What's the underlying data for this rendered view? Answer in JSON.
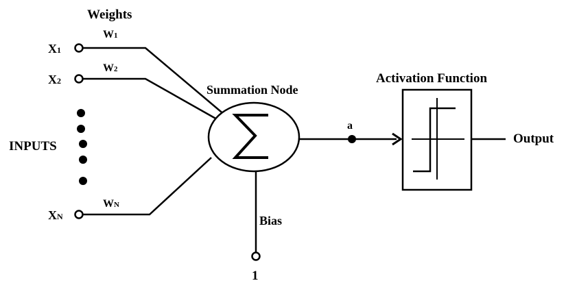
{
  "title": "Weights",
  "inputs": [
    {
      "label": "X",
      "sub": "1"
    },
    {
      "label": "X",
      "sub": "2"
    },
    {
      "label": "X",
      "sub": "N"
    }
  ],
  "weights": [
    {
      "label": "W",
      "sub": "1"
    },
    {
      "label": "W",
      "sub": "2"
    },
    {
      "label": "W",
      "sub": "N"
    }
  ],
  "inputs_group_label": "INPUTS",
  "summation": {
    "label": "Summation Node",
    "symbol": "Σ"
  },
  "activation": {
    "label": "Activation Function"
  },
  "a_label": "a",
  "output_label": "Output",
  "bias_label": "Bias",
  "bias_value": "1",
  "colors": {
    "stroke": "#000000",
    "background": "#ffffff"
  }
}
